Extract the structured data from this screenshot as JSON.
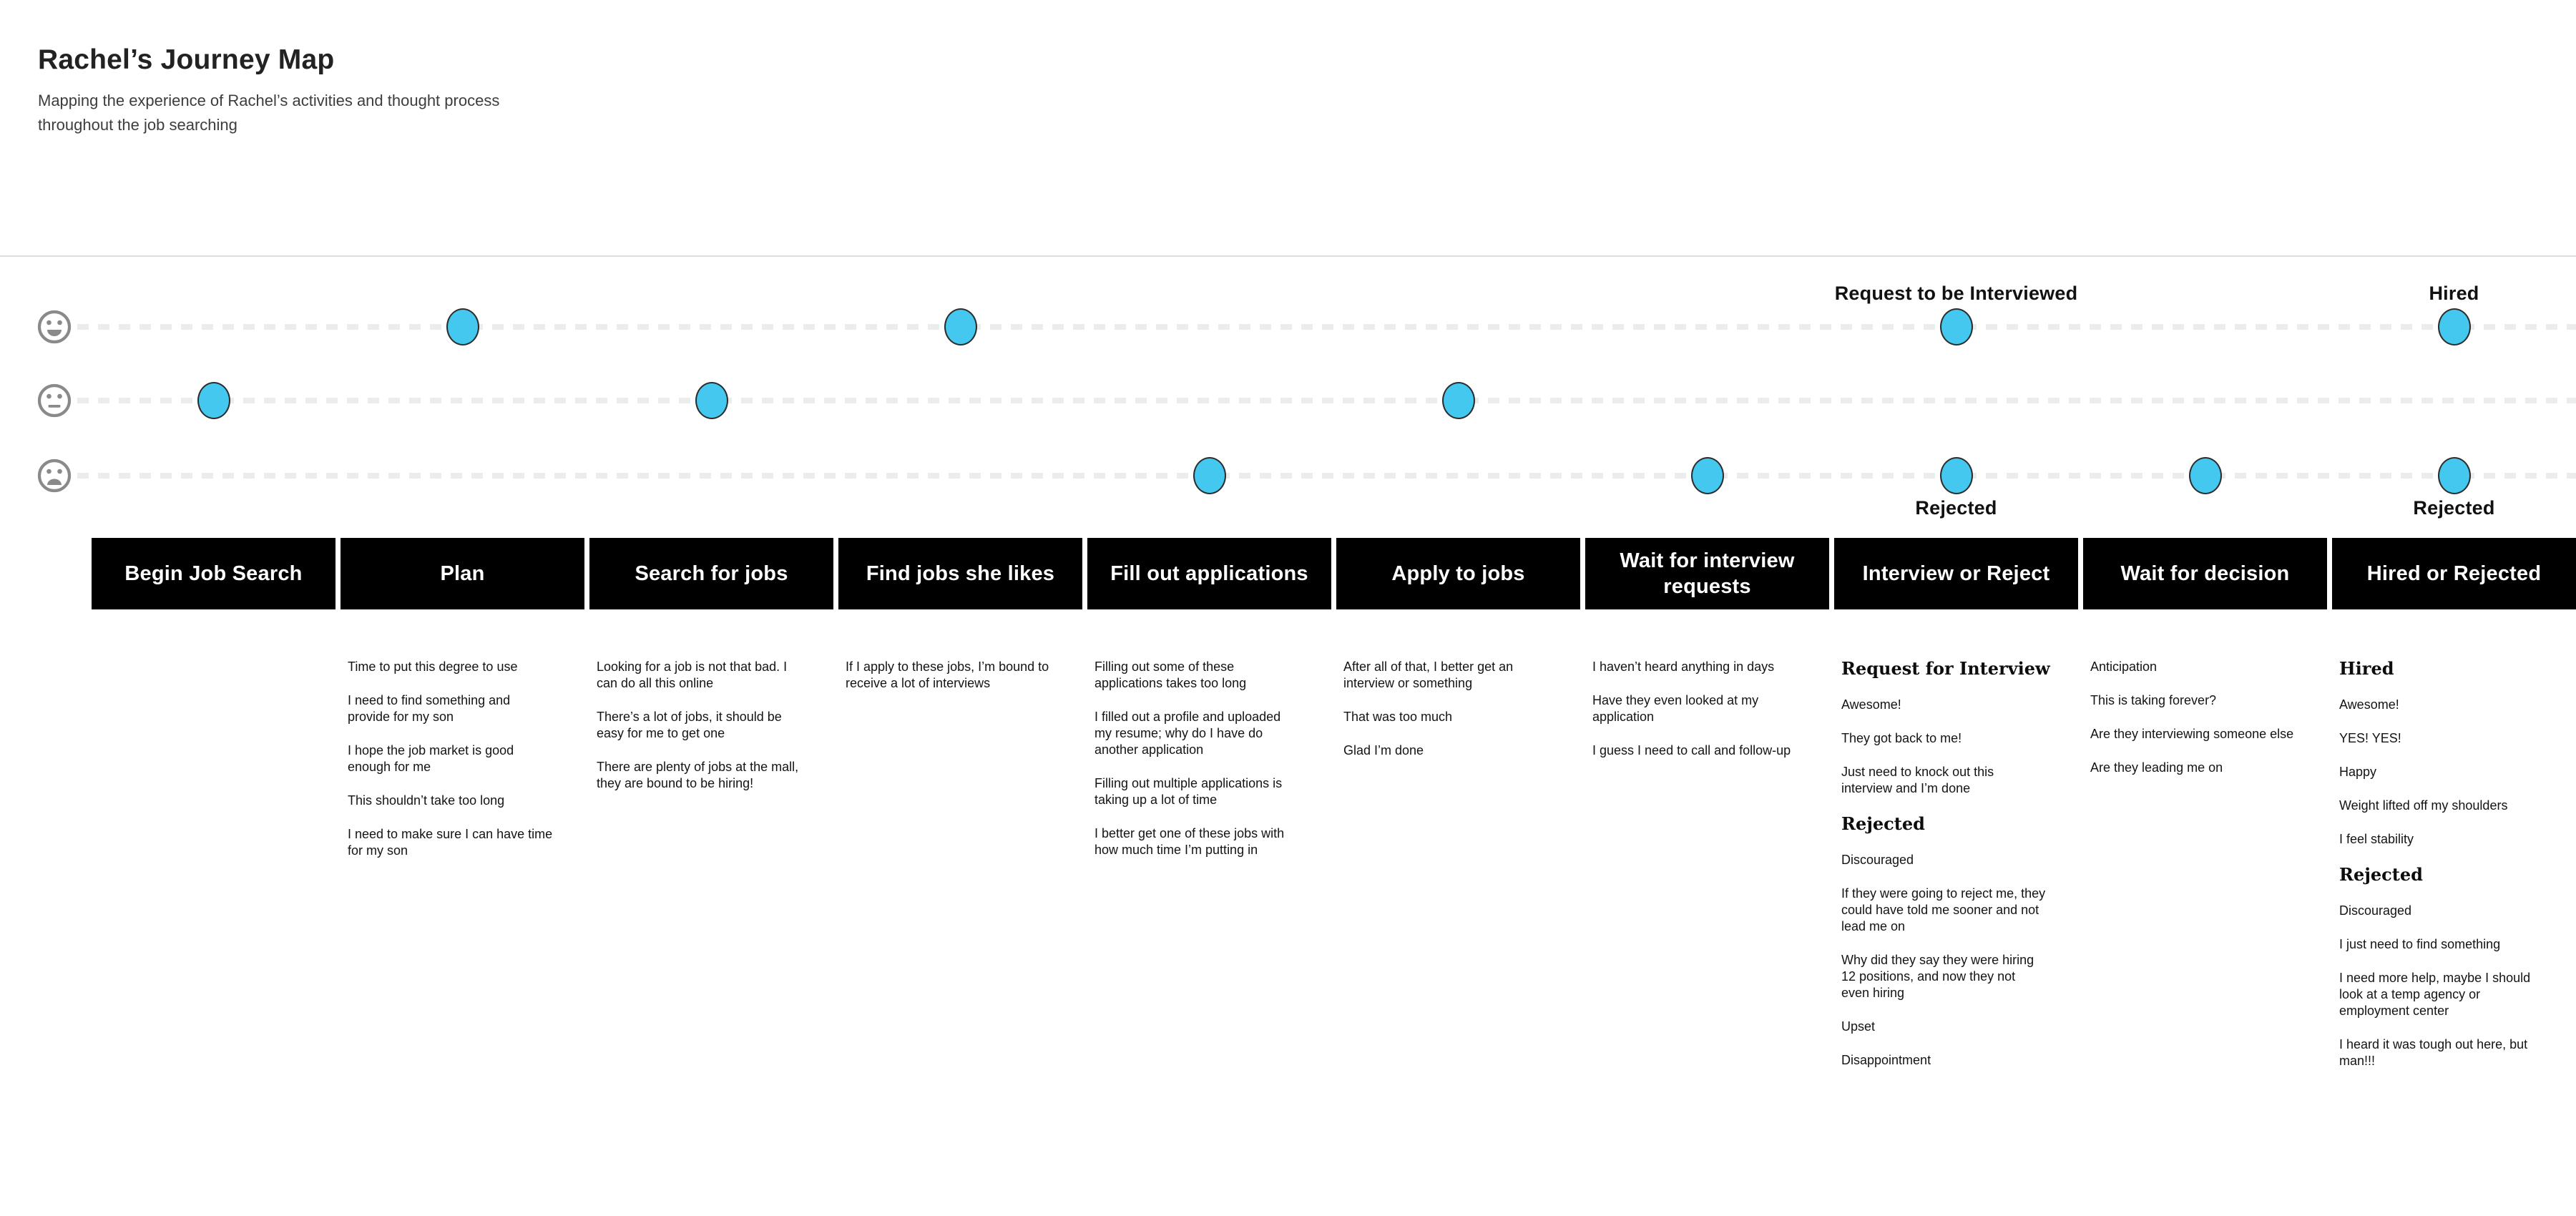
{
  "header": {
    "title": "Rachel’s Journey Map",
    "subtitle": "Mapping the experience of Rachel’s activities and thought process\nthroughout the job searching"
  },
  "colors": {
    "dot_fill": "#45C8F0",
    "dot_border": "#2d2d2d",
    "bar_bg": "#000000",
    "bar_text": "#ffffff",
    "dash": "#ececec",
    "face": "#8a8a8a"
  },
  "emotion_axis": [
    {
      "id": "happy",
      "icon": "happy-face-icon"
    },
    {
      "id": "neutral",
      "icon": "neutral-face-icon"
    },
    {
      "id": "sad",
      "icon": "sad-face-icon"
    }
  ],
  "stages": [
    {
      "label": "Begin Job Search",
      "notes": []
    },
    {
      "label": "Plan",
      "notes": [
        {
          "style": "plain",
          "text": "Time to put this degree to use"
        },
        {
          "style": "plain",
          "text": "I need to find something and\nprovide for my son"
        },
        {
          "style": "plain",
          "text": "I hope the job market is good\nenough for me"
        },
        {
          "style": "plain",
          "text": "This shouldn’t take too long"
        },
        {
          "style": "plain",
          "text": "I need to make sure I can have time\nfor my son"
        }
      ]
    },
    {
      "label": "Search for jobs",
      "notes": [
        {
          "style": "plain",
          "text": "Looking for a job is not that bad.  I\ncan do all this online"
        },
        {
          "style": "plain",
          "text": "There’s a lot of jobs, it should be\neasy for me to get one"
        },
        {
          "style": "plain",
          "text": "There are plenty of jobs at the mall,\nthey are bound to be hiring!"
        }
      ]
    },
    {
      "label": "Find jobs she likes",
      "notes": [
        {
          "style": "plain",
          "text": "If I apply to these jobs, I’m bound to\nreceive a lot of interviews"
        }
      ]
    },
    {
      "label": "Fill out applications",
      "notes": [
        {
          "style": "plain",
          "text": "Filling out some of these\napplications takes too long"
        },
        {
          "style": "plain",
          "text": "I filled out a profile and uploaded\nmy resume; why do I have do\nanother application"
        },
        {
          "style": "plain",
          "text": "Filling out multiple applications is\ntaking up a lot of time"
        },
        {
          "style": "plain",
          "text": "I better get one of these jobs with\nhow much time I’m putting in"
        }
      ]
    },
    {
      "label": "Apply to jobs",
      "notes": [
        {
          "style": "plain",
          "text": "After all of that, I better get an\ninterview or something"
        },
        {
          "style": "plain",
          "text": "That was too much"
        },
        {
          "style": "plain",
          "text": "Glad I’m done"
        }
      ]
    },
    {
      "label": "Wait for interview requests",
      "notes": [
        {
          "style": "plain",
          "text": "I haven’t heard anything in days"
        },
        {
          "style": "plain",
          "text": "Have they even looked at my\napplication"
        },
        {
          "style": "plain",
          "text": "I guess I need to call and follow-up"
        }
      ]
    },
    {
      "label": "Interview or Reject",
      "notes": [
        {
          "style": "heading",
          "text": "Request for Interview"
        },
        {
          "style": "plain",
          "text": "Awesome!"
        },
        {
          "style": "plain",
          "text": "They got back to me!"
        },
        {
          "style": "plain",
          "text": "Just need to knock out this\ninterview and I’m done"
        },
        {
          "style": "heading",
          "text": "Rejected"
        },
        {
          "style": "plain",
          "text": "Discouraged"
        },
        {
          "style": "plain",
          "text": "If they were going to reject me, they\ncould have told me sooner and not\nlead me on"
        },
        {
          "style": "plain",
          "text": "Why did they say they were hiring\n12 positions, and now they not\neven hiring"
        },
        {
          "style": "plain",
          "text": "Upset"
        },
        {
          "style": "plain",
          "text": "Disappointment"
        }
      ]
    },
    {
      "label": "Wait for decision",
      "notes": [
        {
          "style": "plain",
          "text": "Anticipation"
        },
        {
          "style": "plain",
          "text": "This is taking forever?"
        },
        {
          "style": "plain",
          "text": "Are they interviewing someone else"
        },
        {
          "style": "plain",
          "text": "Are they leading me on"
        }
      ]
    },
    {
      "label": "Hired or Rejected",
      "notes": [
        {
          "style": "heading",
          "text": "Hired"
        },
        {
          "style": "plain",
          "text": "Awesome!"
        },
        {
          "style": "plain",
          "text": "YES! YES!"
        },
        {
          "style": "plain",
          "text": "Happy"
        },
        {
          "style": "plain",
          "text": "Weight lifted off my shoulders"
        },
        {
          "style": "plain",
          "text": "I feel stability"
        },
        {
          "style": "heading",
          "text": "Rejected"
        },
        {
          "style": "plain",
          "text": "Discouraged"
        },
        {
          "style": "plain",
          "text": "I just need to find something"
        },
        {
          "style": "plain",
          "text": "I need more help, maybe I should\nlook at a temp agency or\nemployment center"
        },
        {
          "style": "plain",
          "text": "I heard it was tough out here, but\nman!!!"
        }
      ]
    }
  ],
  "journey_points": [
    {
      "stage_index": 0,
      "level": "neutral"
    },
    {
      "stage_index": 1,
      "level": "happy"
    },
    {
      "stage_index": 2,
      "level": "neutral"
    },
    {
      "stage_index": 3,
      "level": "happy"
    },
    {
      "stage_index": 4,
      "level": "sad"
    },
    {
      "stage_index": 5,
      "level": "neutral"
    },
    {
      "stage_index": 6,
      "level": "sad"
    },
    {
      "stage_index": 7,
      "level": "happy",
      "label": "Request to be Interviewed",
      "label_position": "above"
    },
    {
      "stage_index": 7,
      "level": "sad",
      "label": "Rejected",
      "label_position": "below"
    },
    {
      "stage_index": 8,
      "level": "sad"
    },
    {
      "stage_index": 9,
      "level": "happy",
      "label": "Hired",
      "label_position": "above"
    },
    {
      "stage_index": 9,
      "level": "sad",
      "label": "Rejected",
      "label_position": "below"
    }
  ]
}
